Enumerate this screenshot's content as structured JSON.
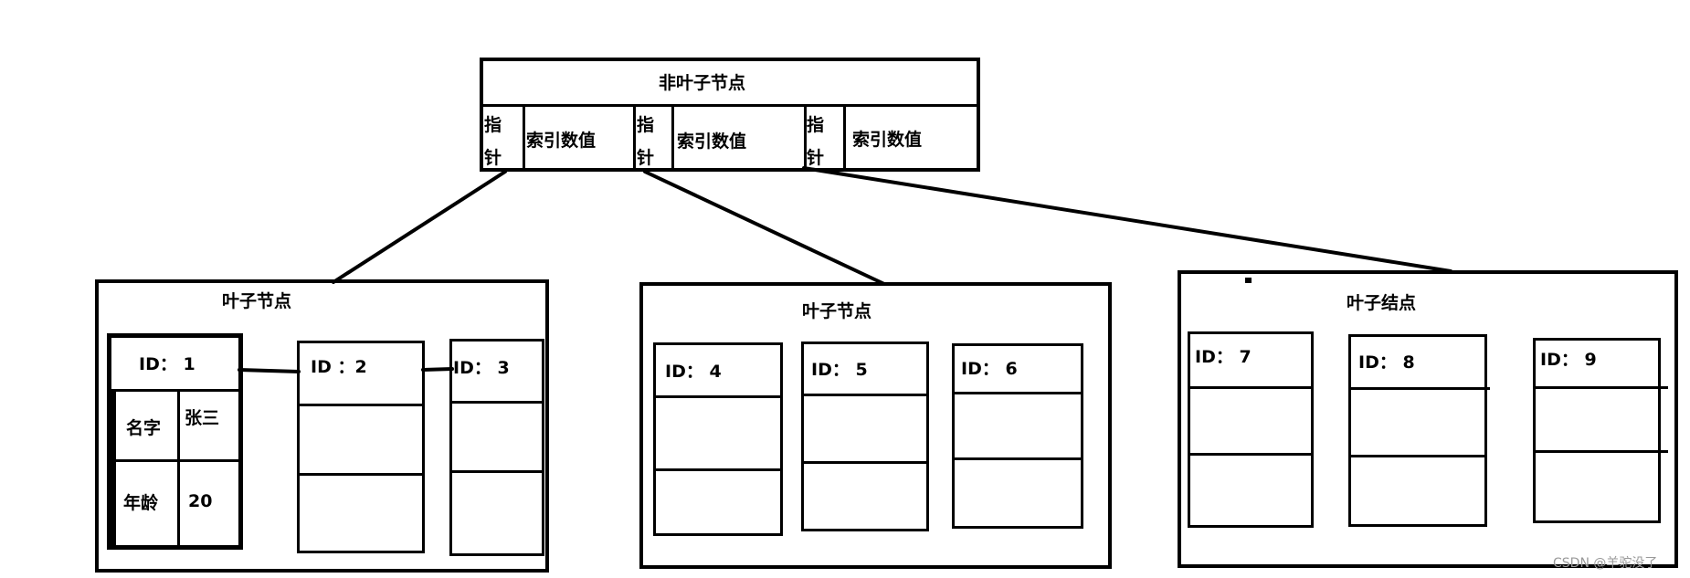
{
  "root": {
    "title": "非叶子节点",
    "pointer_label": [
      "指",
      "针"
    ],
    "index_label": "索引数值"
  },
  "leaves": [
    {
      "title": "叶子节点",
      "records": [
        {
          "id": "ID：  1",
          "fields": [
            {
              "name": "名字",
              "value": "张三"
            },
            {
              "name": "年龄",
              "value": "20"
            }
          ]
        },
        {
          "id": "ID ：2"
        },
        {
          "id": "ID：  3"
        }
      ]
    },
    {
      "title": "叶子节点",
      "records": [
        {
          "id": "ID：  4"
        },
        {
          "id": "ID：  5"
        },
        {
          "id": "ID：  6"
        }
      ]
    },
    {
      "title": "叶子结点",
      "records": [
        {
          "id": "ID：  7"
        },
        {
          "id": "ID：  8"
        },
        {
          "id": "ID：  9"
        }
      ]
    }
  ],
  "watermark": "CSDN @羊驼没了"
}
